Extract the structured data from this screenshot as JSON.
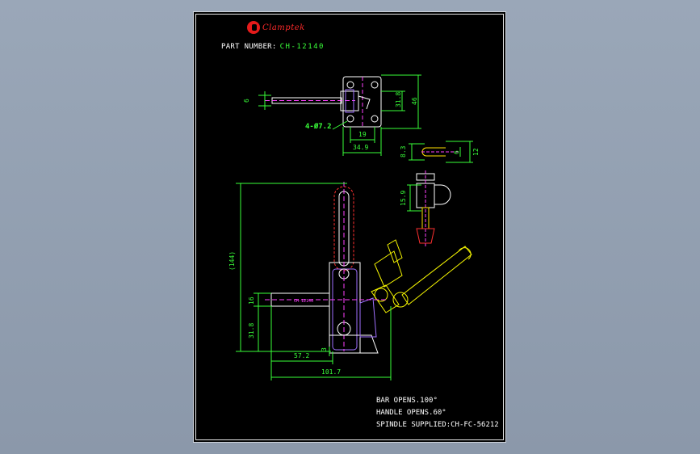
{
  "logo": {
    "text": "Clamptek",
    "color": "#e51b1b"
  },
  "part": {
    "label": "PART NUMBER:",
    "number": "CH-12140"
  },
  "dimensions": {
    "top_thickness": "6",
    "top_height_31": "31.8",
    "top_height_46": "46",
    "hole_label": "4-Ø7.2",
    "top_width_19": "19",
    "top_width_349": "34.9",
    "spindle_83": "8.3",
    "spindle_6": "6",
    "spindle_12": "12",
    "spindle_159": "15.9",
    "side_height": "(144)",
    "side_16": "16",
    "side_318": "31.8",
    "side_3": "3",
    "side_572": "57.2",
    "side_1017": "101.7",
    "bar_text": "CH-12140"
  },
  "notes": {
    "bar": "BAR OPENS.100°",
    "handle": "HANDLE OPENS.60°",
    "spindle": "SPINDLE SUPPLIED:CH-FC-56212"
  },
  "colors": {
    "dimension": "#39ff39",
    "outline": "#ffffff",
    "handle": "#ff3030",
    "body": "#a070ff",
    "moved": "#f5f500",
    "centerline": "#ff40ff"
  }
}
